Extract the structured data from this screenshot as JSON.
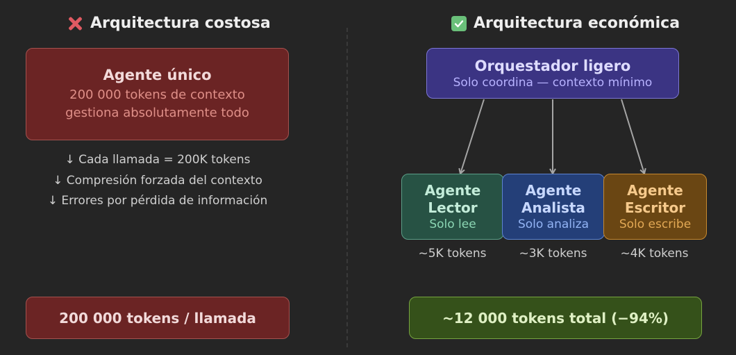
{
  "left": {
    "heading": "Arquitectura costosa",
    "heading_icon": "cross-mark-icon",
    "agent_box": {
      "title": "Agente único",
      "line1": "200 000 tokens de contexto",
      "line2": "gestiona absolutamente todo"
    },
    "bullets": [
      "↓ Cada llamada = 200K tokens",
      "↓ Compresión forzada del contexto",
      "↓ Errores por pérdida de información"
    ],
    "total": "200 000 tokens / llamada"
  },
  "right": {
    "heading": "Arquitectura económica",
    "heading_icon": "check-mark-icon",
    "orchestrator": {
      "title": "Orquestador ligero",
      "subtitle": "Solo coordina — contexto mínimo"
    },
    "agents": [
      {
        "title1": "Agente",
        "title2": "Lector",
        "sub": "Solo lee",
        "tokens": "~5K tokens"
      },
      {
        "title1": "Agente",
        "title2": "Analista",
        "sub": "Solo analiza",
        "tokens": "~3K tokens"
      },
      {
        "title1": "Agente",
        "title2": "Escritor",
        "sub": "Solo escribe",
        "tokens": "~4K tokens"
      }
    ],
    "total": "~12 000 tokens total (−94%)"
  },
  "colors": {
    "background": "#252525",
    "red_box": "#6b2424",
    "orchestrator": "#3b3483",
    "agent_green": "#275244",
    "agent_blue": "#243f78",
    "agent_amber": "#6a4613",
    "total_green": "#35511a",
    "arrow": "#a6a6a6"
  }
}
